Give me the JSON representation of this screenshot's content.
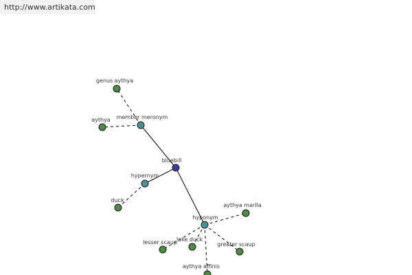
{
  "header": {
    "link_text": "http://www.artikata.com"
  },
  "colors": {
    "root": "#3d3f9c",
    "relation": "#4a9296",
    "term": "#4f8a46",
    "node_stroke": "#1a1a1a",
    "edge": "#000000",
    "link_background": "#f1f1f1"
  },
  "graph": {
    "nodes": [
      {
        "id": "bluebill",
        "label": "bluebill",
        "kind": "root"
      },
      {
        "id": "member-meronym",
        "label": "member meronym",
        "kind": "relation"
      },
      {
        "id": "hypernym",
        "label": "hypernym",
        "kind": "relation"
      },
      {
        "id": "hyponym",
        "label": "hyponym",
        "kind": "relation"
      },
      {
        "id": "genus-aythya",
        "label": "genus aythya",
        "kind": "term"
      },
      {
        "id": "aythya",
        "label": "aythya",
        "kind": "term"
      },
      {
        "id": "duck",
        "label": "duck",
        "kind": "term"
      },
      {
        "id": "aythya-marila",
        "label": "aythya marila",
        "kind": "term"
      },
      {
        "id": "lesser-scaup",
        "label": "lesser scaup",
        "kind": "term"
      },
      {
        "id": "lake-duck",
        "label": "lake duck",
        "kind": "term"
      },
      {
        "id": "greater-scaup",
        "label": "greater scaup",
        "kind": "term"
      },
      {
        "id": "aythya-affinis",
        "label": "aythya affinis",
        "kind": "term"
      }
    ],
    "edges": [
      {
        "from": "bluebill",
        "to": "member-meronym",
        "style": "solid"
      },
      {
        "from": "bluebill",
        "to": "hypernym",
        "style": "solid"
      },
      {
        "from": "bluebill",
        "to": "hyponym",
        "style": "solid"
      },
      {
        "from": "member-meronym",
        "to": "genus-aythya",
        "style": "dashed"
      },
      {
        "from": "member-meronym",
        "to": "aythya",
        "style": "dashed"
      },
      {
        "from": "hypernym",
        "to": "duck",
        "style": "dashed"
      },
      {
        "from": "hyponym",
        "to": "aythya-marila",
        "style": "dashed"
      },
      {
        "from": "hyponym",
        "to": "lesser-scaup",
        "style": "dashed"
      },
      {
        "from": "hyponym",
        "to": "lake-duck",
        "style": "dashed"
      },
      {
        "from": "hyponym",
        "to": "greater-scaup",
        "style": "dashed"
      },
      {
        "from": "hyponym",
        "to": "aythya-affinis",
        "style": "dashed"
      }
    ]
  }
}
